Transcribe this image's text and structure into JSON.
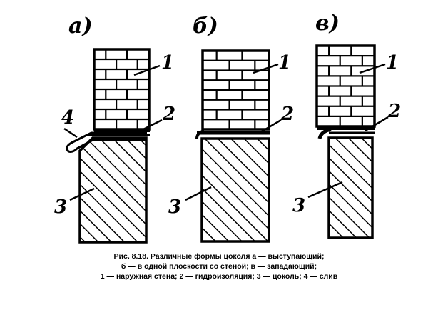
{
  "panels": [
    {
      "letter": "а)",
      "callouts": [
        "1",
        "2",
        "3",
        "4"
      ]
    },
    {
      "letter": "б)",
      "callouts": [
        "1",
        "2",
        "3"
      ]
    },
    {
      "letter": "в)",
      "callouts": [
        "1",
        "2",
        "3"
      ]
    }
  ],
  "caption": {
    "line1": "Рис. 8.18. Различные формы цоколя а — выступающий;",
    "line2": "б — в одной плоскости со стеной; в — западающий;",
    "line3": "1 — наружная стена; 2 — гидроизоляция; 3 — цоколь; 4 — слив"
  }
}
